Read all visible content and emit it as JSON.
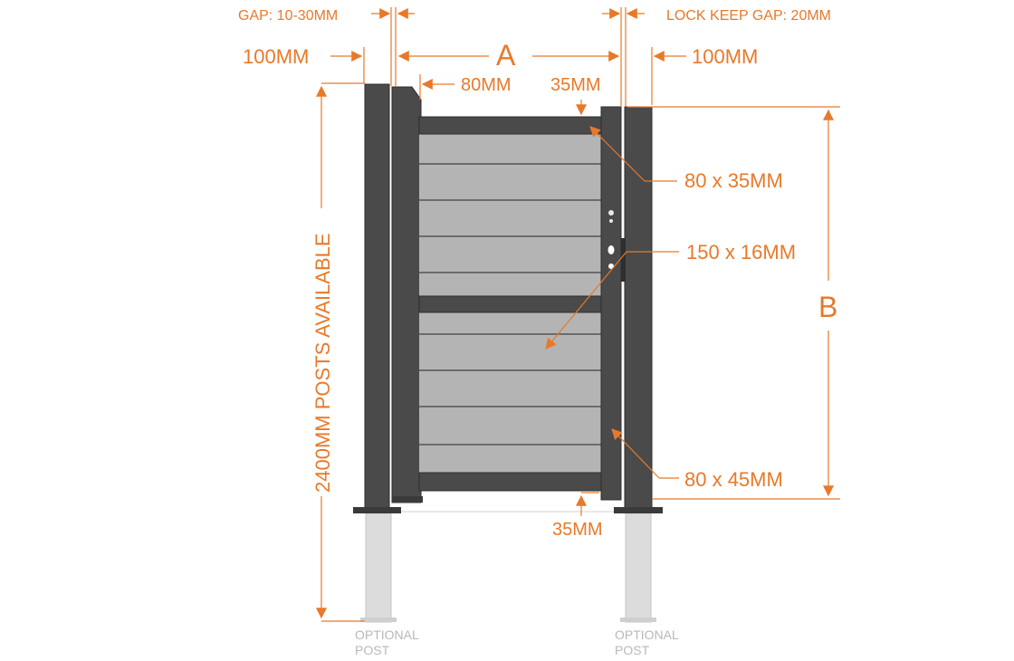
{
  "colors": {
    "accent": "#e8792a",
    "post": "#4a4a4a",
    "post_edge": "#2e2e2e",
    "slat": "#b4b4b4",
    "optional_post": "#dcdcdc"
  },
  "labels": {
    "gap": "GAP: 10-30MM",
    "lock_keep_gap": "LOCK KEEP GAP: 20MM",
    "post_left_width": "100MM",
    "post_right_width": "100MM",
    "dim_a": "A",
    "dim_b": "B",
    "frame_side": "80MM",
    "top_gap": "35MM",
    "bottom_gap": "35MM",
    "top_rail": "80 x 35MM",
    "slat_size": "150 x 16MM",
    "side_frame": "80 x 45MM",
    "posts_available": "2400MM POSTS AVAILABLE",
    "optional_post_left_1": "OPTIONAL",
    "optional_post_left_2": "POST",
    "optional_post_right_1": "OPTIONAL",
    "optional_post_right_2": "POST"
  }
}
